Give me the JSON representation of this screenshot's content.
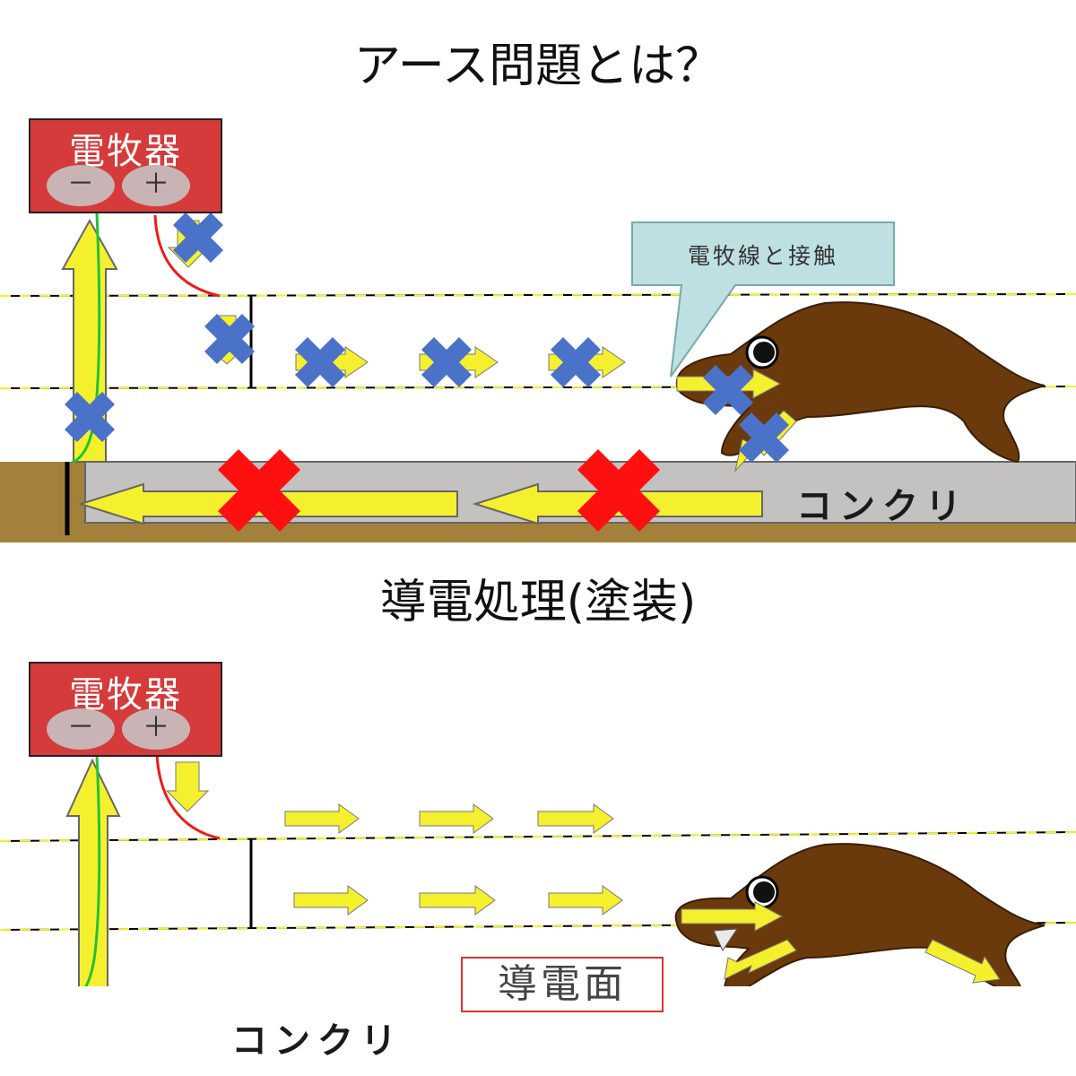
{
  "top": {
    "title": "アース問題とは？",
    "device": {
      "name": "電牧器",
      "minus": "－",
      "plus": "＋"
    },
    "callout": "電牧線と接触",
    "ground": "コンクリ"
  },
  "bottom": {
    "title": "導電処理(塗装)",
    "device": {
      "name": "電牧器",
      "minus": "－",
      "plus": "＋"
    },
    "surface_label": "導電面",
    "ground": "コンクリ"
  },
  "colors": {
    "device": "#d53b3b",
    "current_arrow": "#f5f02e",
    "blocked_current": "#4a72c8",
    "blocked_ground": "#ff1010",
    "animal": "#6b3a0c",
    "concrete": "#c4c1c1",
    "soil": "#a3813a",
    "conductive_surface": "#ff2020"
  }
}
